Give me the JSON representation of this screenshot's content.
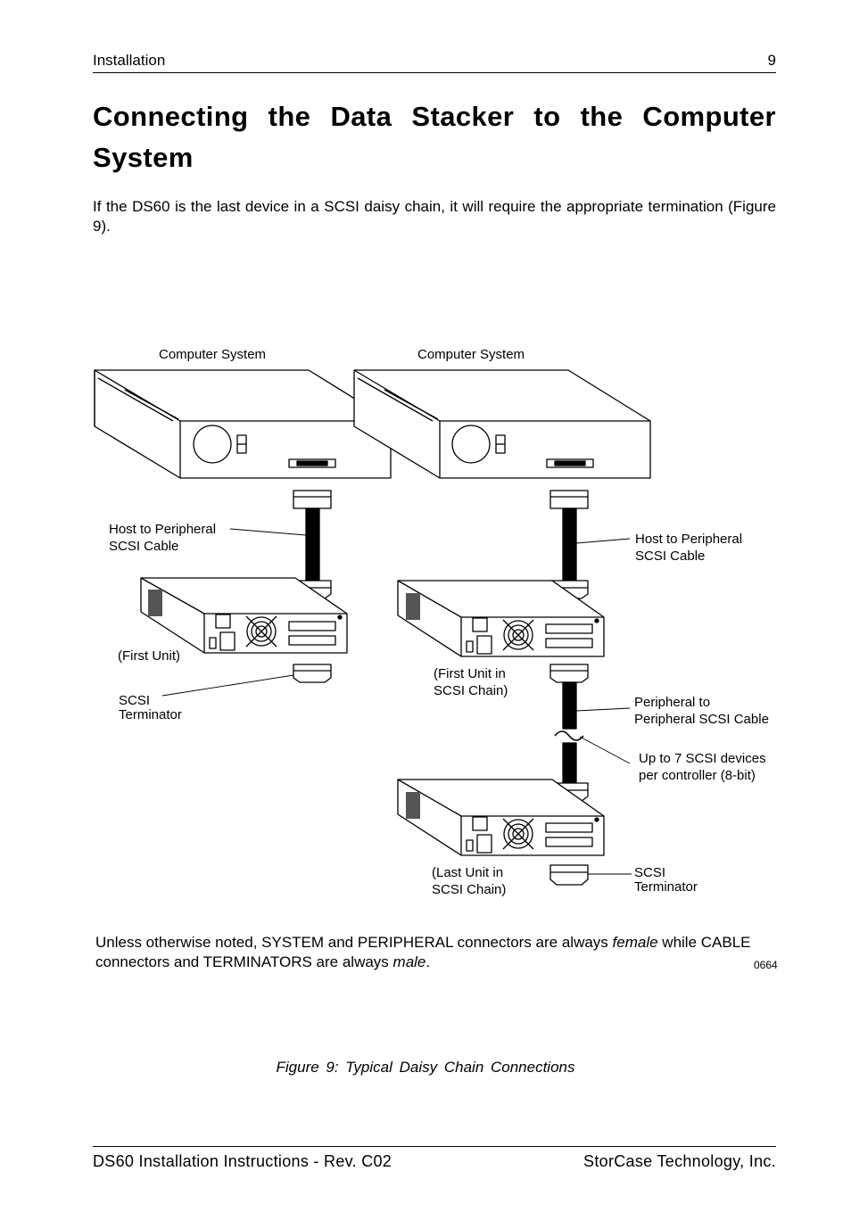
{
  "header": {
    "section": "Installation",
    "page_number": "9"
  },
  "title": "Connecting the Data Stacker to the Computer System",
  "intro": "If the DS60 is the last device in a SCSI daisy chain, it will require the appropriate termination (Figure 9).",
  "figure": {
    "left_computer_label": "Computer System",
    "right_computer_label": "Computer System",
    "left_cable_label": [
      "Host to Peripheral",
      "SCSI Cable"
    ],
    "first_unit_label": "(First Unit)",
    "left_terminator_label": [
      "SCSI",
      "Terminator"
    ],
    "right_cable_label": [
      "Host to Peripheral",
      "SCSI Cable"
    ],
    "first_chain_unit_label": [
      "(First Unit in",
      "SCSI Chain)"
    ],
    "peripheral_cable_label": [
      "Peripheral to",
      "Peripheral SCSI Cable"
    ],
    "max_devices_label": [
      "Up to 7 SCSI devices",
      "per controller (8-bit)"
    ],
    "last_chain_unit_label": [
      "(Last Unit in",
      "SCSI Chain)"
    ],
    "right_terminator_label": [
      "SCSI",
      "Terminator"
    ],
    "note_line1_pre": "Unless otherwise noted, SYSTEM and PERIPHERAL connectors are always ",
    "note_line1_em": "female",
    "note_line1_post": " while CABLE",
    "note_line2_pre": "connectors and TERMINATORS are always ",
    "note_line2_em": "male",
    "note_line2_post": ".",
    "figure_code": "0664"
  },
  "caption": "Figure 9:   Typical Daisy Chain Connections",
  "footer": {
    "left": "DS60 Installation Instructions - Rev. C02",
    "right": "StorCase Technology, Inc."
  }
}
